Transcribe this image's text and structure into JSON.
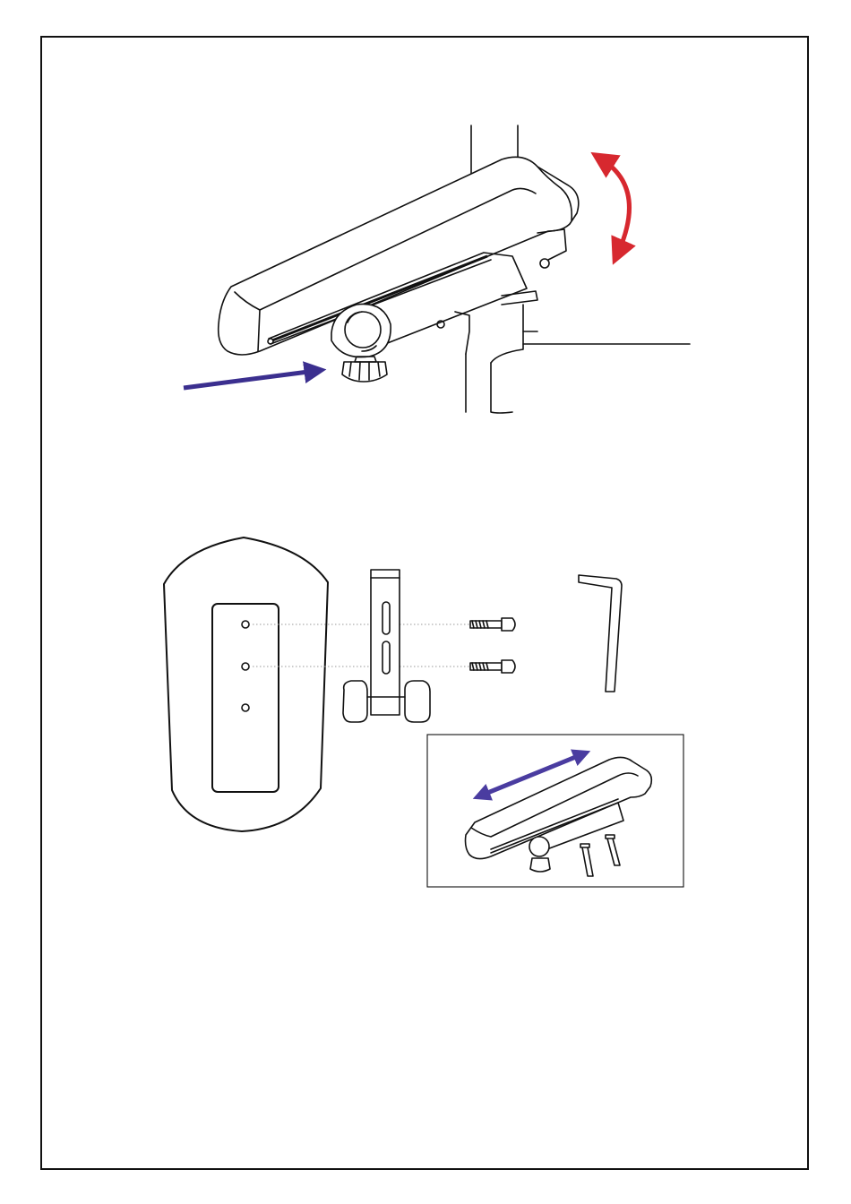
{
  "colors": {
    "line": "#111111",
    "rotate_arrow": "#d7282f",
    "pointer_arrow": "#3b2f8f",
    "slide_arrow": "#4a3ca0",
    "background": "#ffffff"
  },
  "diagram": {
    "top_figure": "armrest-mounted-on-chair",
    "bottom_figure": "armrest-pad-bracket-screws-hex-key",
    "inset_figure": "armrest-slide-adjustment",
    "icons": [
      "rotate-arrow-icon",
      "pointer-arrow-icon",
      "slide-arrow-icon",
      "hex-key-icon",
      "screw-icon",
      "adjust-knob-icon"
    ]
  }
}
